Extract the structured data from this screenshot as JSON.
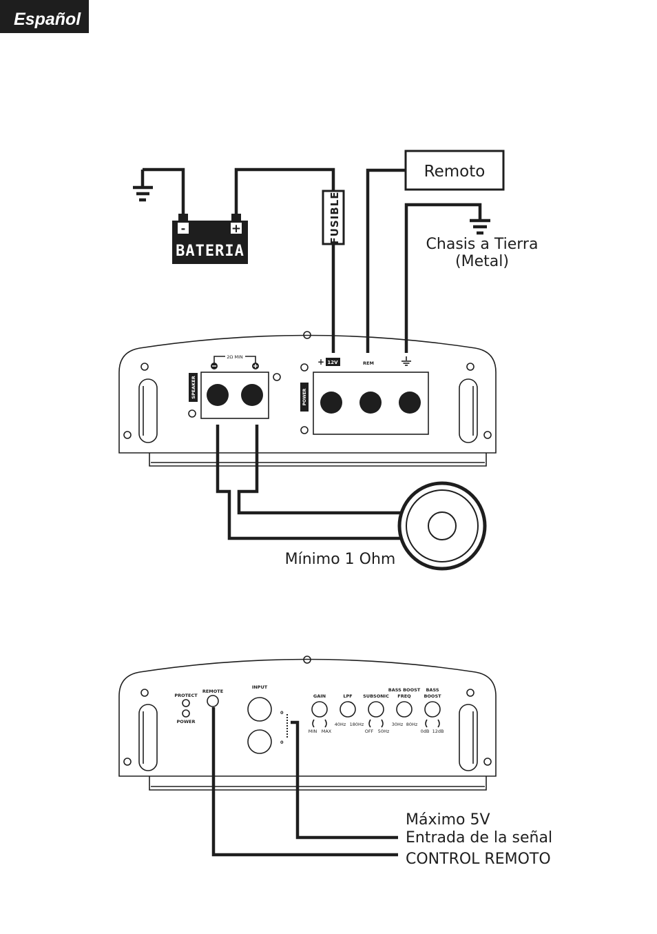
{
  "header": {
    "language": "Español"
  },
  "colors": {
    "ink": "#1e1e1e",
    "paper": "#ffffff"
  },
  "top_diagram": {
    "battery": {
      "label": "BATERIA",
      "neg": "-",
      "pos": "+"
    },
    "fuse": {
      "label": "FUSIBLE"
    },
    "remote_box": {
      "label": "Remoto"
    },
    "chassis": {
      "line1": "Chasis a Tierra",
      "line2": "(Metal)"
    },
    "amp": {
      "speaker_label": "SPEAKER",
      "power_label": "POWER",
      "impedance": "2Ω MIN",
      "plus": "+",
      "v12": "12V",
      "rem": "REM"
    },
    "speaker_note": "Mínimo 1 Ohm"
  },
  "bottom_diagram": {
    "amp": {
      "protect": "PROTECT",
      "power": "POWER",
      "remote": "REMOTE",
      "input": "INPUT",
      "gain": "GAIN",
      "gain_min": "MIN",
      "gain_max": "MAX",
      "lpf": "LPF",
      "lpf_low": "40Hz",
      "lpf_high": "180Hz",
      "subsonic": "SUBSONIC",
      "sub_low": "OFF",
      "sub_high": "50Hz",
      "bb_freq_1": "BASS BOOST",
      "bb_freq_2": "FREQ",
      "bbf_low": "30Hz",
      "bbf_high": "80Hz",
      "bb_1": "BASS",
      "bb_2": "BOOST",
      "bb_low": "0dB",
      "bb_high": "12dB"
    },
    "notes": {
      "max_voltage": "Máximo 5V",
      "signal_input": "Entrada de la señal",
      "remote_control": "CONTROL REMOTO"
    }
  }
}
